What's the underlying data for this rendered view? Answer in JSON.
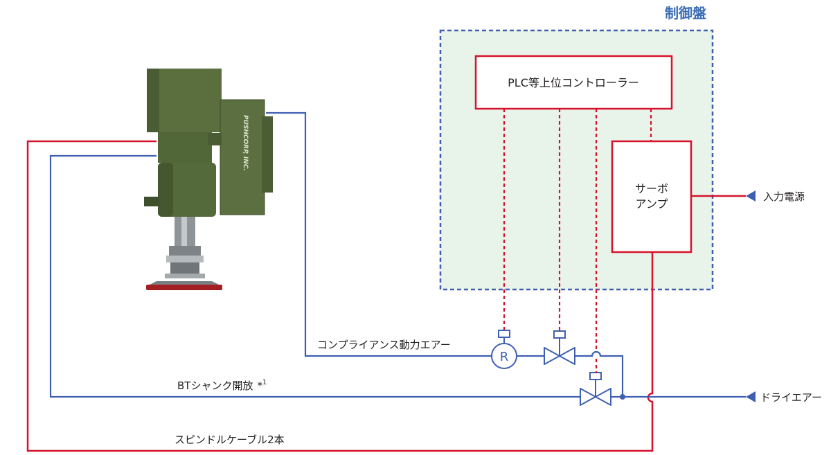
{
  "panel": {
    "title": "制御盤"
  },
  "plc": {
    "label": "PLC等上位コントローラー"
  },
  "servo": {
    "line1": "サーボ",
    "line2": "アンプ"
  },
  "inputs": {
    "power": "入力電源",
    "dry_air": "ドライエアー"
  },
  "lines": {
    "compliance_air": "コンプライアンス動力エアー",
    "bt_shank": "BTシャンク開放",
    "bt_shank_mark": "*",
    "bt_shank_note": "1",
    "spindle_cable": "スピンドルケーブル2本"
  },
  "regulator": {
    "symbol": "R"
  },
  "device": {
    "brand": "PUSHCORP, INC."
  },
  "colors": {
    "signal": "#d6122c",
    "air": "#3f5fb0",
    "panel_border": "#3f5fb0",
    "panel_fill": "#e8f3ea",
    "device_body": "#556a3b",
    "disc": "#a41f24"
  }
}
